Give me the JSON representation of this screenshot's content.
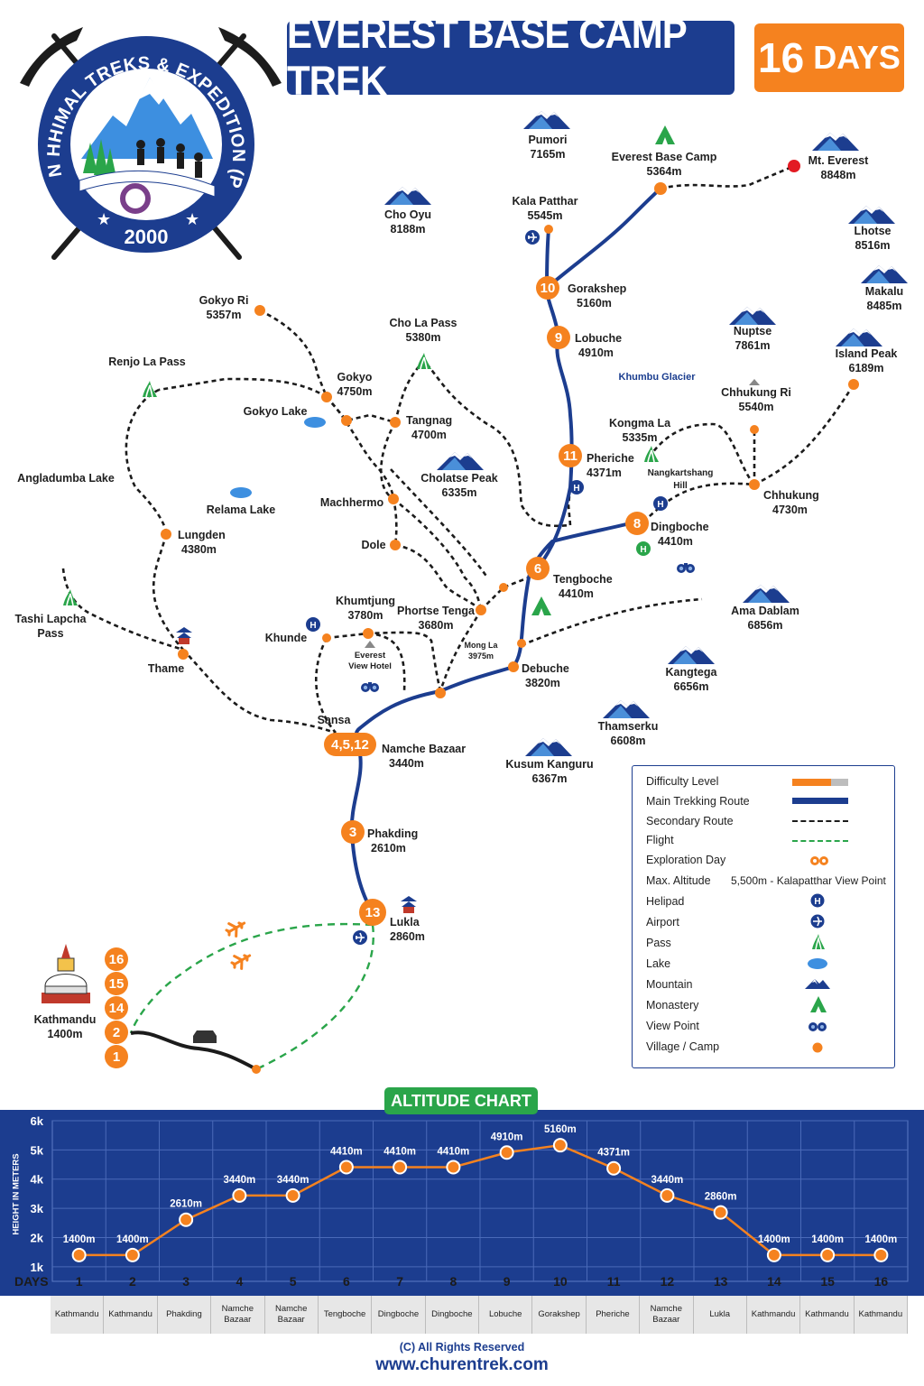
{
  "header": {
    "title": "EVEREST BASE CAMP TREK",
    "days_number": "16",
    "days_word": "DAYS"
  },
  "logo": {
    "ring_text": "CHUREN HHIMAL TREKS & EXPEDITION (P.) LTD.",
    "year": "2000"
  },
  "colors": {
    "brand_blue": "#1c3d8f",
    "accent_orange": "#f5821f",
    "green": "#2aa54a"
  },
  "places": {
    "pumori": {
      "name": "Pumori",
      "alt": "7165m"
    },
    "ebc": {
      "name": "Everest Base Camp",
      "alt": "5364m"
    },
    "everest": {
      "name": "Mt. Everest",
      "alt": "8848m"
    },
    "kala_patthar": {
      "name": "Kala Patthar",
      "alt": "5545m"
    },
    "cho_oyu": {
      "name": "Cho Oyu",
      "alt": "8188m"
    },
    "lhotse": {
      "name": "Lhotse",
      "alt": "8516m"
    },
    "makalu": {
      "name": "Makalu",
      "alt": "8485m"
    },
    "gorakshep": {
      "name": "Gorakshep",
      "alt": "5160m"
    },
    "gokyo_ri": {
      "name": "Gokyo Ri",
      "alt": "5357m"
    },
    "cho_la": {
      "name": "Cho La Pass",
      "alt": "5380m"
    },
    "lobuche": {
      "name": "Lobuche",
      "alt": "4910m"
    },
    "nuptse": {
      "name": "Nuptse",
      "alt": "7861m"
    },
    "island_peak": {
      "name": "Island Peak",
      "alt": "6189m"
    },
    "renjo_la": {
      "name": "Renjo La Pass"
    },
    "gokyo": {
      "name": "Gokyo",
      "alt": "4750m"
    },
    "khumbu_glacier": {
      "name": "Khumbu Glacier"
    },
    "chhukung_ri": {
      "name": "Chhukung Ri",
      "alt": "5540m"
    },
    "gokyo_lake": {
      "name": "Gokyo Lake"
    },
    "tangnag": {
      "name": "Tangnag",
      "alt": "4700m"
    },
    "kongma_la": {
      "name": "Kongma La",
      "alt": "5335m"
    },
    "pheriche": {
      "name": "Pheriche",
      "alt": "4371m"
    },
    "nangkartshang": {
      "name": "Nangkartshang",
      "name2": "Hill"
    },
    "angladumba": {
      "name": "Angladumba Lake"
    },
    "cholatse": {
      "name": "Cholatse Peak",
      "alt": "6335m"
    },
    "chhukung": {
      "name": "Chhukung",
      "alt": "4730m"
    },
    "machhermo": {
      "name": "Machhermo"
    },
    "relama": {
      "name": "Relama Lake"
    },
    "dingboche": {
      "name": "Dingboche",
      "alt": "4410m"
    },
    "lungden": {
      "name": "Lungden",
      "alt": "4380m"
    },
    "dole": {
      "name": "Dole"
    },
    "tengboche": {
      "name": "Tengboche",
      "alt": "4410m"
    },
    "tashi_lapcha": {
      "name": "Tashi Lapcha",
      "name2": "Pass"
    },
    "khumtjung": {
      "name": "Khumtjung",
      "alt": "3780m"
    },
    "phortse_tenga": {
      "name": "Phortse Tenga",
      "alt": "3680m"
    },
    "ama_dablam": {
      "name": "Ama Dablam",
      "alt": "6856m"
    },
    "khunde": {
      "name": "Khunde"
    },
    "mong_la": {
      "name": "Mong La",
      "alt": "3975m"
    },
    "thame": {
      "name": "Thame"
    },
    "everest_view": {
      "name": "Everest",
      "name2": "View Hotel"
    },
    "debuche": {
      "name": "Debuche",
      "alt": "3820m"
    },
    "kangtega": {
      "name": "Kangtega",
      "alt": "6656m"
    },
    "sansa": {
      "name": "Sansa"
    },
    "thamserku": {
      "name": "Thamserku",
      "alt": "6608m"
    },
    "namche": {
      "name": "Namche Bazaar",
      "alt": "3440m"
    },
    "kusum": {
      "name": "Kusum Kanguru",
      "alt": "6367m"
    },
    "phakding": {
      "name": "Phakding",
      "alt": "2610m"
    },
    "lukla": {
      "name": "Lukla",
      "alt": "2860m"
    },
    "kathmandu": {
      "name": "Kathmandu",
      "alt": "1400m"
    }
  },
  "day_pins": {
    "d1": "1",
    "d2": "2",
    "d3": "3",
    "d6": "6",
    "d8": "8",
    "d9": "9",
    "d10": "10",
    "d11": "11",
    "d13": "13",
    "d14": "14",
    "d15": "15",
    "d16": "16",
    "namche": "4,5,12"
  },
  "legend": {
    "difficulty": "Difficulty Level",
    "main_route": "Main Trekking Route",
    "secondary": "Secondary Route",
    "flight": "Flight",
    "exploration": "Exploration Day",
    "max_alt": "Max. Altitude",
    "max_alt_value": "5,500m - Kalapatthar View Point",
    "helipad": "Helipad",
    "airport": "Airport",
    "pass": "Pass",
    "lake": "Lake",
    "mountain": "Mountain",
    "monastery": "Monastery",
    "view_point": "View Point",
    "village": "Village / Camp",
    "difficulty_fraction": 0.7
  },
  "altitude_chart": {
    "title": "ALTITUDE CHART",
    "ylabel": "HEIGHT IN METERS",
    "xlabel": "DAYS",
    "yticks": [
      "1k",
      "2k",
      "3k",
      "4k",
      "5k",
      "6k"
    ]
  },
  "chart_data": {
    "type": "line",
    "title": "ALTITUDE CHART",
    "xlabel": "DAYS",
    "ylabel": "HEIGHT IN METERS",
    "x": [
      1,
      2,
      3,
      4,
      5,
      6,
      7,
      8,
      9,
      10,
      11,
      12,
      13,
      14,
      15,
      16
    ],
    "places": [
      "Kathmandu",
      "Kathmandu",
      "Phakding",
      "Namche Bazaar",
      "Namche Bazaar",
      "Tengboche",
      "Dingboche",
      "Dingboche",
      "Lobuche",
      "Gorakshep",
      "Pheriche",
      "Namche Bazaar",
      "Lukla",
      "Kathmandu",
      "Kathmandu",
      "Kathmandu"
    ],
    "values": [
      1400,
      1400,
      2610,
      3440,
      3440,
      4410,
      4410,
      4410,
      4910,
      5160,
      4371,
      3440,
      2860,
      1400,
      1400,
      1400
    ],
    "value_labels": [
      "1400m",
      "1400m",
      "2610m",
      "3440m",
      "3440m",
      "4410m",
      "4410m",
      "4410m",
      "4910m",
      "5160m",
      "4371m",
      "3440m",
      "2860m",
      "1400m",
      "1400m",
      "1400m"
    ],
    "ylim": [
      500,
      6000
    ],
    "grid": true
  },
  "footer": {
    "copyright": "(C) All Rights Reserved",
    "url": "www.churentrek.com"
  }
}
